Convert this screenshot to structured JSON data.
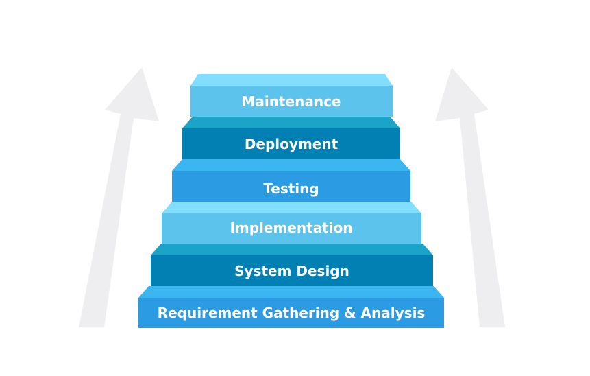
{
  "diagram": {
    "type": "staircase",
    "steps": [
      {
        "label": "Requirement Gathering & Analysis",
        "top_color": "#3bb6f0",
        "face_color": "#2b9be3"
      },
      {
        "label": "System Design",
        "top_color": "#1ba3c8",
        "face_color": "#0380b3"
      },
      {
        "label": "Implementation",
        "top_color": "#82deff",
        "face_color": "#5bc3ec"
      },
      {
        "label": "Testing",
        "top_color": "#3bb6f0",
        "face_color": "#2b9be3"
      },
      {
        "label": "Deployment",
        "top_color": "#1ba3c8",
        "face_color": "#0380b3"
      },
      {
        "label": "Maintenance",
        "top_color": "#82deff",
        "face_color": "#5bc3ec"
      }
    ],
    "arrow_color": "#eeedef"
  }
}
